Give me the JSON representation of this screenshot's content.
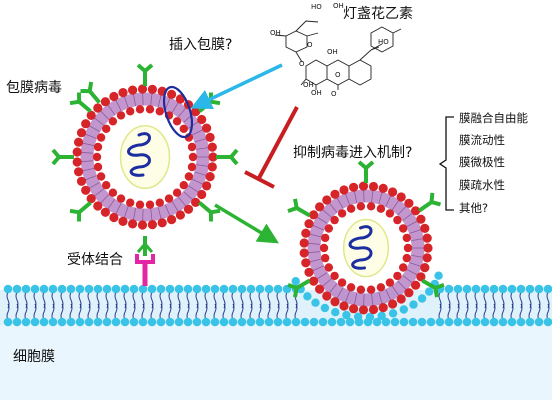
{
  "labels": {
    "compound_name": "灯盏花乙素",
    "insert_question": "插入包膜?",
    "virus_envelope": "包膜病毒",
    "mechanism_question": "抑制病毒进入机制?",
    "receptor_binding": "受体结合",
    "cell_membrane": "细胞膜"
  },
  "mechanisms": [
    "膜融合自由能",
    "膜流动性",
    "膜微极性",
    "膜疏水性",
    "其他?"
  ],
  "molecule_atoms": {
    "ho_1": "HO",
    "oh_1": "OH",
    "oh_2": "OH",
    "o_ring": "O",
    "oh_3": "OH",
    "o_glyco": "O",
    "ho_2": "HO",
    "o_center": "O",
    "oh_4": "OH",
    "oh_5": "OH",
    "o_carbonyl": "O"
  },
  "colors": {
    "lipid_head": "#d62428",
    "cell_lipid_head": "#39c3e6",
    "spike": "#2db334",
    "receptor": "#e226a4",
    "membrane_ring": "#b985c6",
    "rna": "#1c2ea0",
    "core_fill": "#fefde6",
    "core_ring": "#dfe88c",
    "arrow_blue": "#2bb8e8",
    "arrow_green": "#2db334",
    "inhibit_red": "#c81e22",
    "insert_ring": "#1e2b9c",
    "cell_band": "#dff2fb",
    "cytoplasm": "#eaf6fd"
  }
}
